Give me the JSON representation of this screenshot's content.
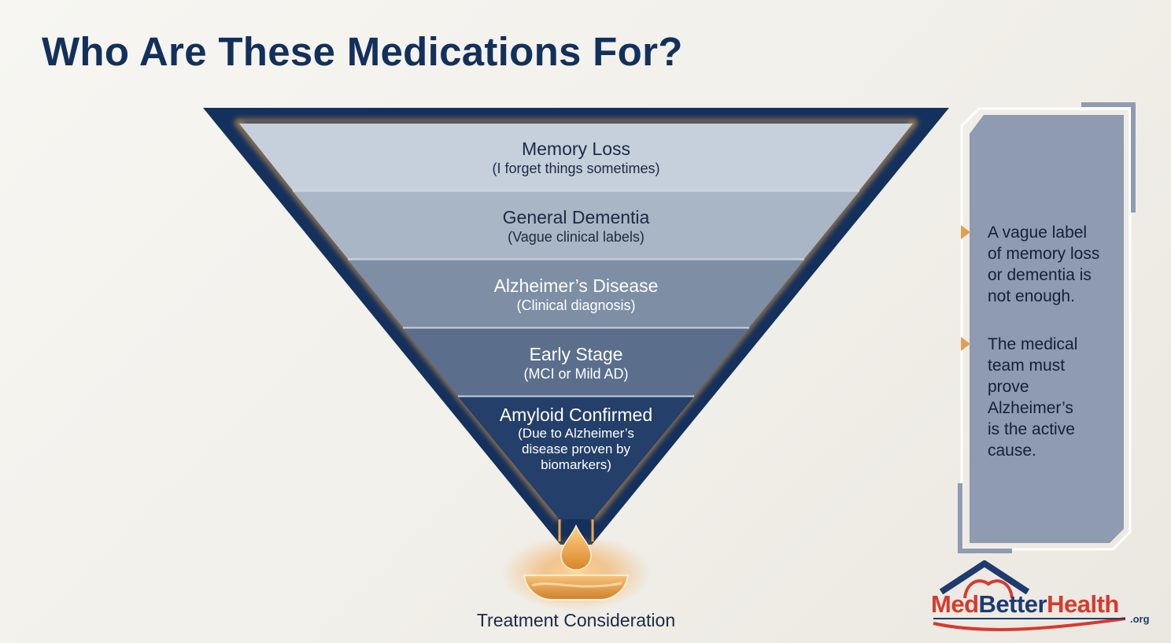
{
  "title": "Who Are These Medications For?",
  "tiers": [
    {
      "label": "Memory Loss",
      "sub_lines": [
        "(I forget things sometimes)"
      ]
    },
    {
      "label": "General Dementia",
      "sub_lines": [
        "(Vague clinical labels)"
      ]
    },
    {
      "label": "Alzheimer’s Disease",
      "sub_lines": [
        "(Clinical diagnosis)"
      ]
    },
    {
      "label": "Early Stage",
      "sub_lines": [
        "(MCI or Mild AD)"
      ]
    },
    {
      "label": "Amyloid Confirmed",
      "sub_lines": [
        "(Due to Alzheimer’s",
        "disease proven by",
        "biomarkers)"
      ]
    }
  ],
  "treatment_label": "Treatment Consideration",
  "side_notes": [
    {
      "lines": [
        "A vague label",
        "of memory loss",
        "or dementia is",
        "not enough."
      ],
      "icon": "arrow-bullet-icon"
    },
    {
      "lines": [
        "The medical",
        "team must",
        "prove",
        "Alzheimer’s",
        "is the active",
        "cause."
      ],
      "icon": "arrow-bullet-icon"
    }
  ],
  "logo": {
    "part1": "Med",
    "part2": "Better",
    "part3": "Health",
    "suffix": ".org"
  },
  "colors": {
    "title": "#12305a",
    "funnel_frame": "#14305c",
    "glow": "#f0a64a",
    "tier_fills": [
      "#c5d0dc",
      "#a9b6c5",
      "#7d8ea5",
      "#5b6f8d",
      "#233f6a"
    ],
    "side_panel": "#8f9bb0",
    "logo_red": "#d63a2e",
    "logo_blue": "#1e3a6e"
  }
}
